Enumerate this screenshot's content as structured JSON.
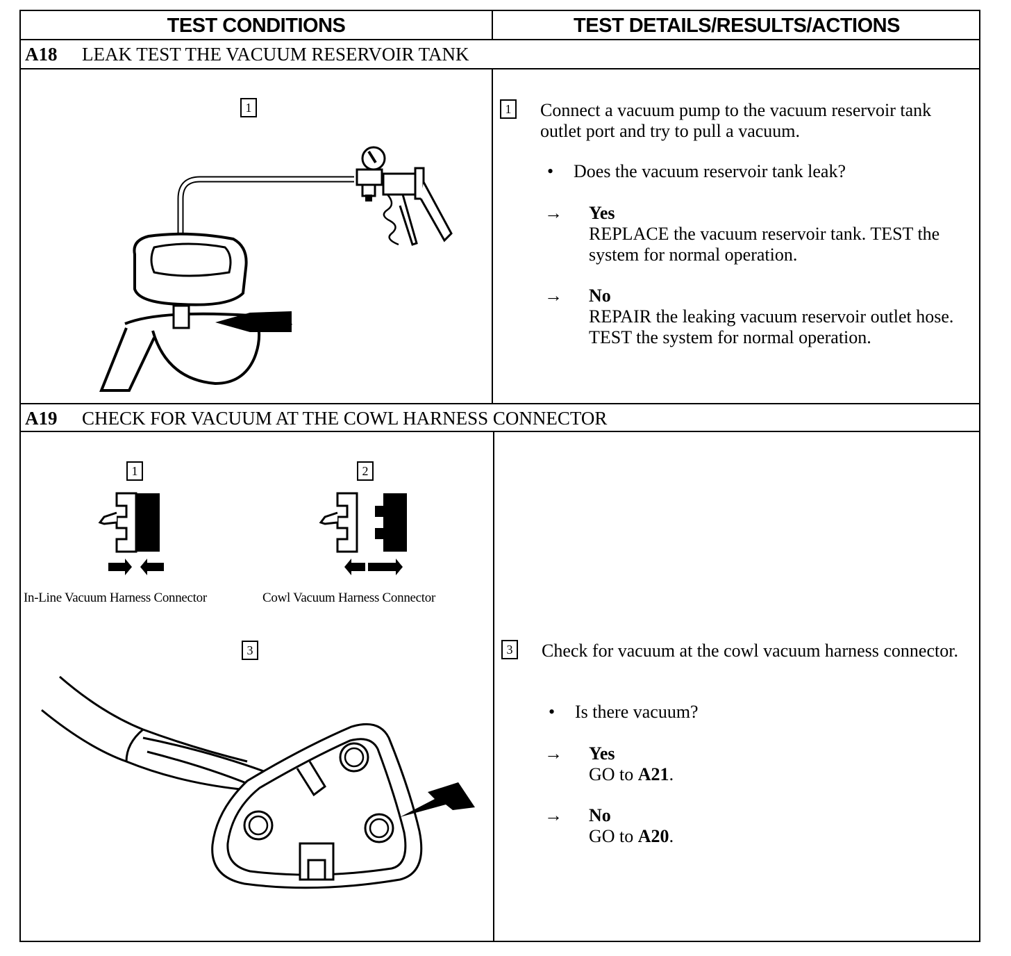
{
  "header": {
    "left": "TEST CONDITIONS",
    "right": "TEST DETAILS/RESULTS/ACTIONS"
  },
  "sections": [
    {
      "id": "A18",
      "title": "LEAK TEST THE VACUUM RESERVOIR TANK",
      "steps": [
        {
          "number": "1",
          "instruction": "Connect a vacuum pump to the vacuum reservoir tank outlet port and try to pull a vacuum.",
          "question": "Does the vacuum reservoir tank leak?",
          "results": [
            {
              "arrow": "→",
              "label": "Yes",
              "action": "REPLACE the vacuum reservoir tank. TEST the system for normal operation."
            },
            {
              "arrow": "→",
              "label": "No",
              "action": "REPAIR the leaking vacuum reservoir outlet hose. TEST the system for normal operation."
            }
          ]
        }
      ]
    },
    {
      "id": "A19",
      "title": "CHECK FOR VACUUM AT THE COWL HARNESS CONNECTOR",
      "figures": [
        {
          "number": "1",
          "caption": "In-Line Vacuum Harness Connector"
        },
        {
          "number": "2",
          "caption": "Cowl Vacuum Harness Connector"
        },
        {
          "number": "3",
          "caption": ""
        }
      ],
      "steps": [
        {
          "number": "3",
          "instruction": "Check for vacuum at the cowl vacuum harness connector.",
          "question": "Is there vacuum?",
          "results": [
            {
              "arrow": "→",
              "label": "Yes",
              "action_prefix": "GO to ",
              "action_target": "A21",
              "action_suffix": "."
            },
            {
              "arrow": "→",
              "label": "No",
              "action_prefix": "GO to ",
              "action_target": "A20",
              "action_suffix": "."
            }
          ]
        }
      ]
    }
  ],
  "bullet_glyph": "•"
}
